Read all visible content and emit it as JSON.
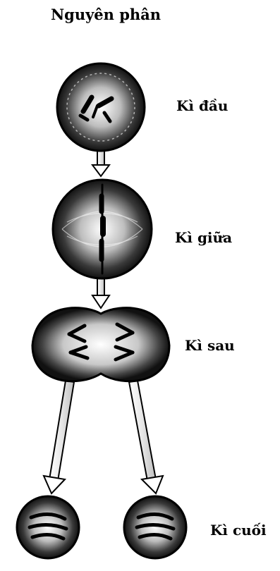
{
  "title": "Nguyên phân",
  "stages": [
    {
      "label": "Kì đầu"
    },
    {
      "label": "Kì giữa"
    },
    {
      "label": "Kì sau"
    },
    {
      "label": "Kì cuối"
    }
  ]
}
